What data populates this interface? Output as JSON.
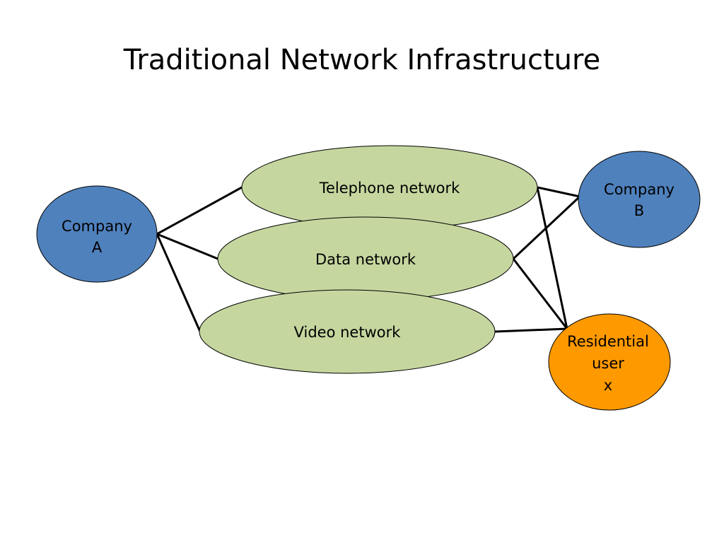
{
  "title": "Traditional Network Infrastructure",
  "colors": {
    "network_fill": "#c5d79f",
    "company_fill": "#4f81bd",
    "residential_fill": "#ff9900",
    "stroke": "#000000"
  },
  "nodes": {
    "company_a": {
      "line1": "Company",
      "line2": "A"
    },
    "company_b": {
      "line1": "Company",
      "line2": "B"
    },
    "residential": {
      "line1": "Residential",
      "line2": "user",
      "line3": "x"
    },
    "telephone": {
      "label": "Telephone network"
    },
    "data": {
      "label": "Data network"
    },
    "video": {
      "label": "Video network"
    }
  }
}
